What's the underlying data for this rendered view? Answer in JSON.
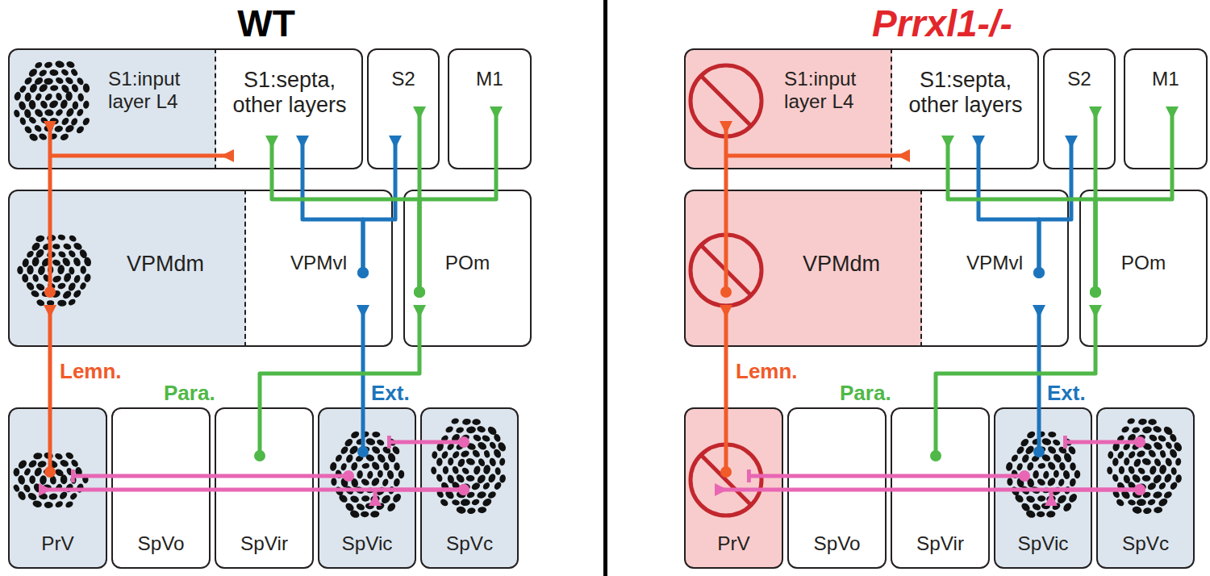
{
  "diagram": {
    "nodes": [
      {
        "text": [
          "S1:input layer L4"
        ]
      },
      {
        "text": [
          "S1:septa, other layers"
        ]
      },
      {
        "text": [
          "S2"
        ]
      },
      {
        "text": [
          "M1"
        ]
      },
      {
        "text": [
          "VPMdm"
        ]
      },
      {
        "text": [
          "VPMvl"
        ]
      },
      {
        "text": [
          "POm"
        ]
      },
      {
        "text": [
          "PrV"
        ]
      },
      {
        "text": [
          "SpVo"
        ]
      },
      {
        "text": [
          "SpVir"
        ]
      },
      {
        "text": [
          "SpVic"
        ]
      },
      {
        "text": [
          "SpVc"
        ]
      },
      {
        "text": [
          "S1:input layer L4"
        ]
      },
      {
        "text": [
          "S1:septa, other layers"
        ]
      },
      {
        "text": [
          "S2"
        ]
      },
      {
        "text": [
          "M1"
        ]
      },
      {
        "text": [
          "VPMdm"
        ]
      },
      {
        "text": [
          "VPMvl"
        ]
      },
      {
        "text": [
          "POm"
        ]
      },
      {
        "text": [
          "PrV"
        ]
      },
      {
        "text": [
          "SpVo"
        ]
      },
      {
        "text": [
          "SpVir"
        ]
      },
      {
        "text": [
          "SpVic"
        ]
      },
      {
        "text": [
          "SpVc"
        ]
      }
    ],
    "edges": [
      {
        "from": 7,
        "to": 4,
        "arrow": "to"
      },
      {
        "from": 4,
        "to": 0,
        "arrow": "to"
      },
      {
        "from": 0,
        "to": 1,
        "arrow": "to"
      },
      {
        "from": 10,
        "to": 5,
        "arrow": "to"
      },
      {
        "from": 5,
        "to": 1,
        "arrow": "to"
      },
      {
        "from": 5,
        "to": 2,
        "arrow": "to"
      },
      {
        "from": 9,
        "to": 6,
        "arrow": "to"
      },
      {
        "from": 6,
        "to": 1,
        "arrow": "to"
      },
      {
        "from": 6,
        "to": 2,
        "arrow": "to"
      },
      {
        "from": 6,
        "to": 3,
        "arrow": "to"
      },
      {
        "from": 10,
        "to": 7,
        "arrow": "to"
      },
      {
        "from": 11,
        "to": 7,
        "arrow": "to"
      },
      {
        "from": 11,
        "to": 10,
        "arrow": "to"
      },
      {
        "from": 11,
        "to": 10,
        "arrow": "to"
      },
      {
        "from": 19,
        "to": 16,
        "arrow": "to"
      },
      {
        "from": 16,
        "to": 12,
        "arrow": "to"
      },
      {
        "from": 12,
        "to": 13,
        "arrow": "to"
      },
      {
        "from": 22,
        "to": 17,
        "arrow": "to"
      },
      {
        "from": 17,
        "to": 13,
        "arrow": "to"
      },
      {
        "from": 17,
        "to": 14,
        "arrow": "to"
      },
      {
        "from": 21,
        "to": 18,
        "arrow": "to"
      },
      {
        "from": 18,
        "to": 13,
        "arrow": "to"
      },
      {
        "from": 18,
        "to": 14,
        "arrow": "to"
      },
      {
        "from": 18,
        "to": 15,
        "arrow": "to"
      },
      {
        "from": 22,
        "to": 19,
        "arrow": "to"
      },
      {
        "from": 23,
        "to": 19,
        "arrow": "to"
      },
      {
        "from": 23,
        "to": 22,
        "arrow": "to"
      },
      {
        "from": 23,
        "to": 22,
        "arrow": "to"
      }
    ],
    "labels": [
      "WT",
      "Lemn.",
      "Para.",
      "Ext.",
      "Prrxl1-/-",
      "Lemn.",
      "Para.",
      "Ext."
    ]
  }
}
